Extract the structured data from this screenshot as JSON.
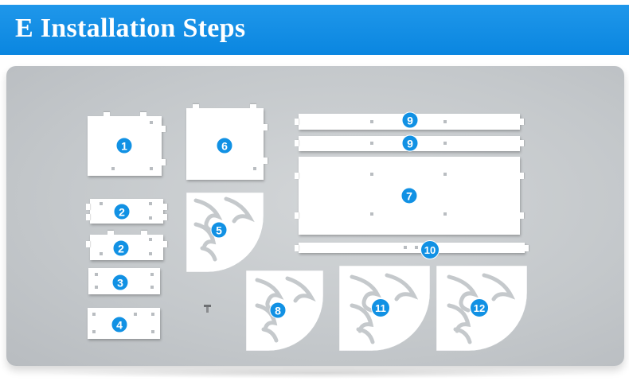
{
  "header": {
    "title": "E Installation Steps"
  },
  "colors": {
    "header": "#0a86e0",
    "badge": "#1191e4",
    "board": "#c8ccce",
    "panel": "#ffffff"
  },
  "parts": [
    {
      "id": "part-1",
      "label": "1"
    },
    {
      "id": "part-2a",
      "label": "2"
    },
    {
      "id": "part-2b",
      "label": "2"
    },
    {
      "id": "part-3",
      "label": "3"
    },
    {
      "id": "part-4",
      "label": "4"
    },
    {
      "id": "part-5",
      "label": "5"
    },
    {
      "id": "part-6",
      "label": "6"
    },
    {
      "id": "part-7",
      "label": "7"
    },
    {
      "id": "part-8",
      "label": "8"
    },
    {
      "id": "part-9a",
      "label": "9"
    },
    {
      "id": "part-9b",
      "label": "9"
    },
    {
      "id": "part-10",
      "label": "10"
    },
    {
      "id": "part-11",
      "label": "11"
    },
    {
      "id": "part-12",
      "label": "12"
    }
  ],
  "icons": {
    "screw": "screw-icon",
    "scroll": "scroll-pattern-icon"
  }
}
